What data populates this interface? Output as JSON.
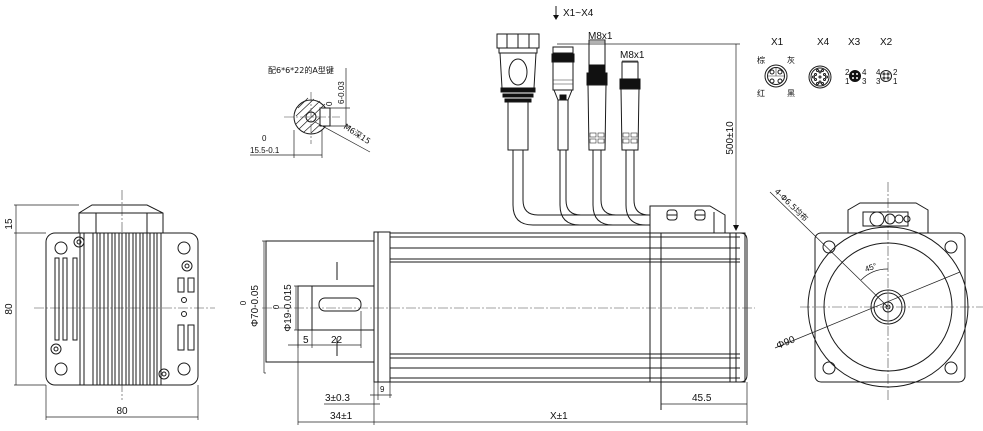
{
  "drawing": {
    "type": "servo motor outline dimension drawing",
    "line_color": "#1a1a1a",
    "background": "#ffffff"
  },
  "connector_header": {
    "arrow_label": "X1~X4"
  },
  "cable_connectors": {
    "thread_label_1": "M8x1",
    "thread_label_2": "M8x1",
    "cable_length": "500±10"
  },
  "pinouts": [
    {
      "id": "X1",
      "pin_labels": [
        "棕",
        "灰",
        "红",
        "黑"
      ]
    },
    {
      "id": "X4",
      "pin_labels": []
    },
    {
      "id": "X3",
      "pin_labels": [
        "2",
        "4",
        "1",
        "3"
      ]
    },
    {
      "id": "X2",
      "pin_labels": [
        "4",
        "2",
        "3",
        "1"
      ]
    }
  ],
  "shaft_section": {
    "key_note": "配6*6*22的A型键",
    "key_height_tol_upper": "0",
    "key_height": "6-0.03",
    "tapped_hole": "M6深15",
    "shaft_depth_tol_upper": "0",
    "shaft_depth": "15.5-0.1"
  },
  "rear_view": {
    "top_offset": "15",
    "height": "80",
    "width": "80"
  },
  "side_view": {
    "pilot_tol_upper": "0",
    "pilot_diameter": "Φ70-0.05",
    "shaft_tol_upper": "0",
    "shaft_diameter": "Φ19-0.015",
    "key_offset": "5",
    "key_length": "22",
    "flange_thickness": "9",
    "pilot_depth": "3±0.3",
    "shaft_length": "34±1",
    "rear_length": "45.5",
    "total_length": "X±1"
  },
  "front_view": {
    "mount_holes": "4-Φ6.5均布",
    "angle": "45°",
    "pcd": "Φ90"
  }
}
